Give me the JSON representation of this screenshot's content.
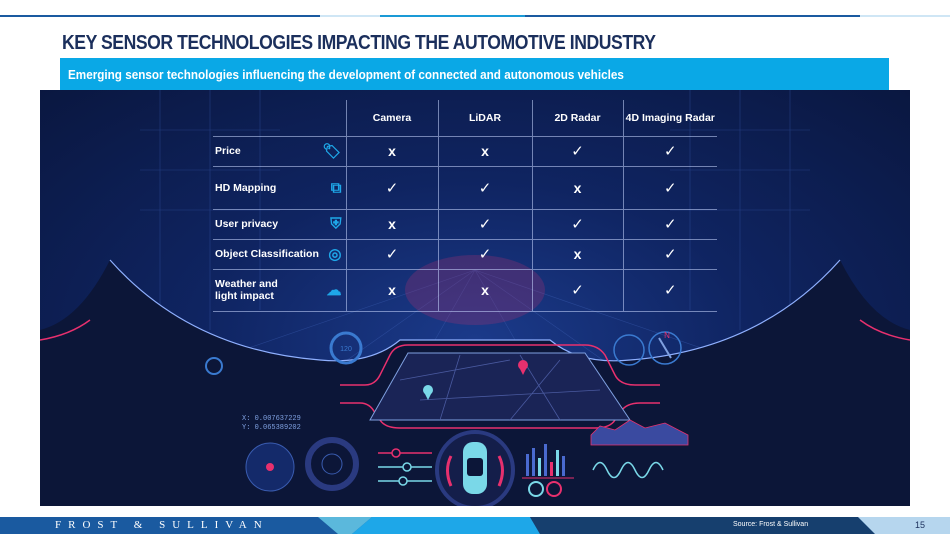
{
  "title": "KEY SENSOR TECHNOLOGIES IMPACTING THE AUTOMOTIVE INDUSTRY",
  "subtitle": "Emerging sensor technologies influencing the development of connected and autonomous vehicles",
  "table": {
    "columns": [
      "Camera",
      "LiDAR",
      "2D Radar",
      "4D Imaging Radar"
    ],
    "rows": [
      {
        "label": "Price",
        "icon": "price-tag-icon",
        "values": [
          "x",
          "x",
          "✓",
          "✓"
        ]
      },
      {
        "label": "HD Mapping",
        "icon": "map-screens-icon",
        "values": [
          "✓",
          "✓",
          "x",
          "✓"
        ]
      },
      {
        "label": "User privacy",
        "icon": "privacy-shield-icon",
        "values": [
          "x",
          "✓",
          "✓",
          "✓"
        ]
      },
      {
        "label": "Object Classification",
        "icon": "target-icon",
        "values": [
          "✓",
          "✓",
          "x",
          "✓"
        ]
      },
      {
        "label": "Weather and light impact",
        "icon": "weather-icon",
        "values": [
          "x",
          "x",
          "✓",
          "✓"
        ]
      }
    ]
  },
  "dashboard": {
    "speed": "120",
    "compass": "N",
    "coord_x": "X: 0.007637229",
    "coord_y": "Y: 0.065389202"
  },
  "footer": {
    "brand": "FROST & SULLIVAN",
    "source": "Source: Frost & Sullivan",
    "page": "15"
  },
  "colors": {
    "title": "#1b2f5c",
    "accent": "#0aa8e6",
    "pink": "#e8306e",
    "cyan": "#7ad8e8"
  }
}
